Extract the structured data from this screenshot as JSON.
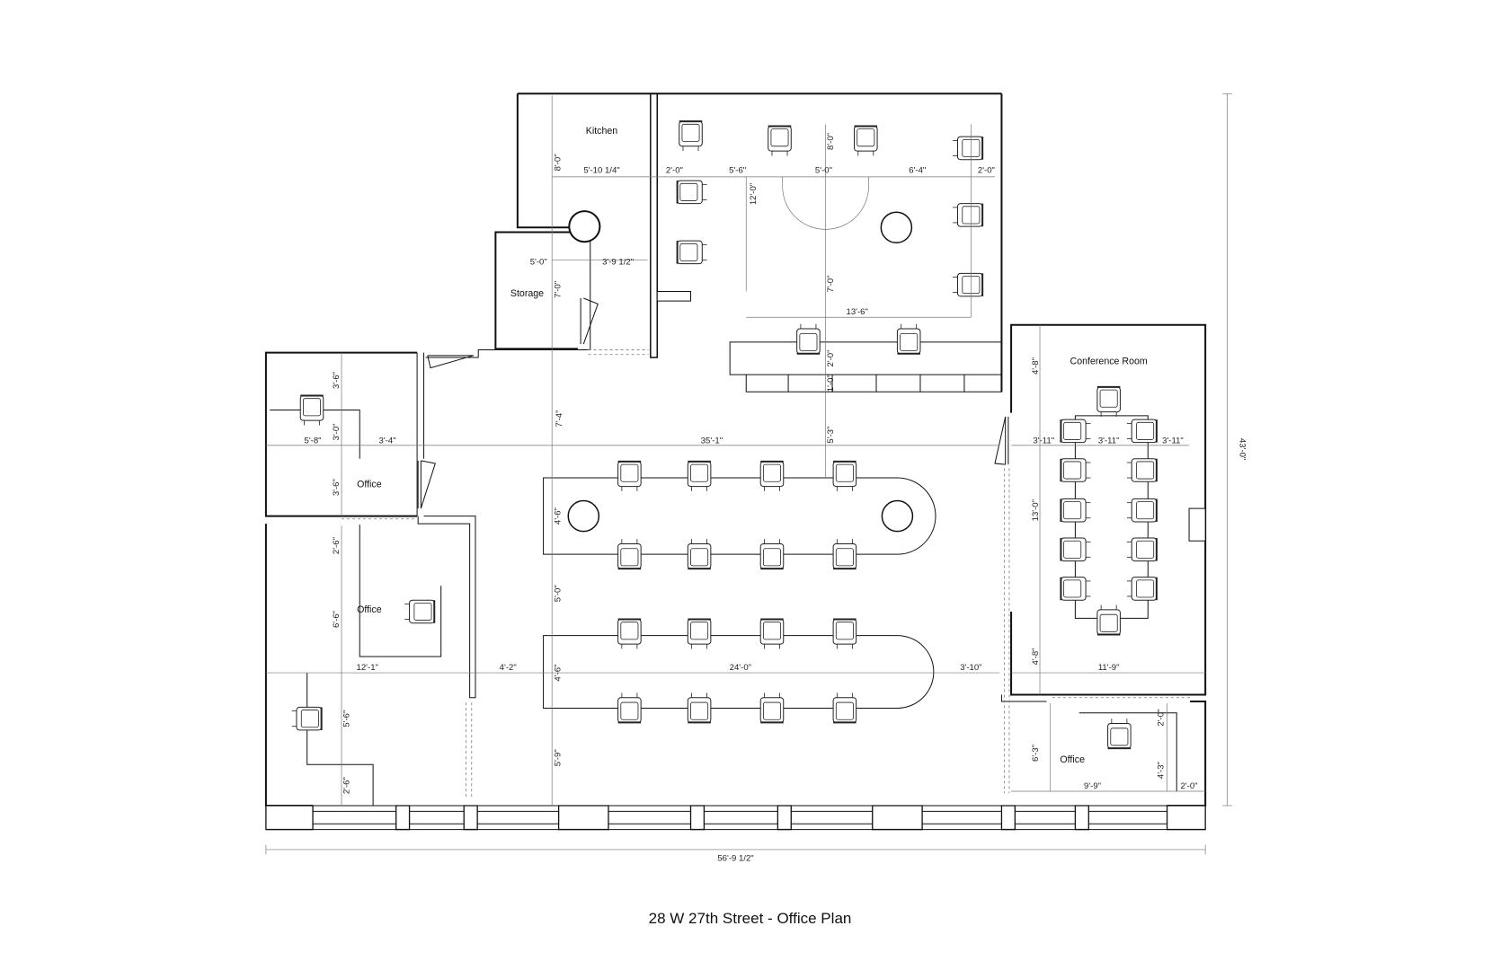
{
  "title": "28 W 27th Street - Office Plan",
  "rooms": {
    "kitchen": "Kitchen",
    "storage": "Storage",
    "conference": "Conference Room",
    "office_upper_left": "Office",
    "office_lower_left": "Office",
    "office_lower_right": "Office"
  },
  "dimensions": {
    "overall_width": "56'-9 1/2\"",
    "overall_height": "43'-0\"",
    "kitchen_height": "8'-0\"",
    "kitchen_width": "5'-10 1/4\"",
    "storage_width": "5'-0\"",
    "storage_right": "3'-9 1/2\"",
    "storage_height": "7'-0\"",
    "top_seg_1": "2'-0\"",
    "top_seg_2": "5'-6\"",
    "top_seg_3": "5'-0\"",
    "top_seg_4": "6'-4\"",
    "top_seg_5": "2'-0\"",
    "vert_12": "12'-0\"",
    "vert_8": "8'-0\"",
    "vert_7": "7'-0\"",
    "bench_width": "13'-6\"",
    "bench_2": "2'-0\"",
    "bench_1": "1'-0\"",
    "ul_top": "3'-6\"",
    "ul_mid": "3'-0\"",
    "ul_bot": "3'-6\"",
    "ul_w1": "5'-8\"",
    "ul_w2": "3'-4\"",
    "corridor_top": "7'-4\"",
    "main_length": "35'-1\"",
    "main_v1": "5'-3\"",
    "table1_w": "4'-6\"",
    "gap_tables": "5'-0\"",
    "table2_w": "4'-6\"",
    "bottom_gap": "5'-9\"",
    "table_length": "24'-0\"",
    "left_gap": "4'-2\"",
    "right_gap": "3'-10\"",
    "ll_top": "2'-6\"",
    "ll_mid": "6'-6\"",
    "ll_width": "12'-1\"",
    "ll_v2": "5'-6\"",
    "ll_bot": "2'-6\"",
    "conf_top": "4'-8\"",
    "conf_c1": "3'-11\"",
    "conf_c2": "3'-11\"",
    "conf_c3": "3'-11\"",
    "conf_len": "13'-0\"",
    "conf_bot": "4'-8\"",
    "conf_width": "11'-9\"",
    "lr_v": "6'-3\"",
    "lr_w": "9'-9\"",
    "lr_a": "2'-0\"",
    "lr_b": "4'-3\"",
    "lr_c": "2'-0\""
  }
}
